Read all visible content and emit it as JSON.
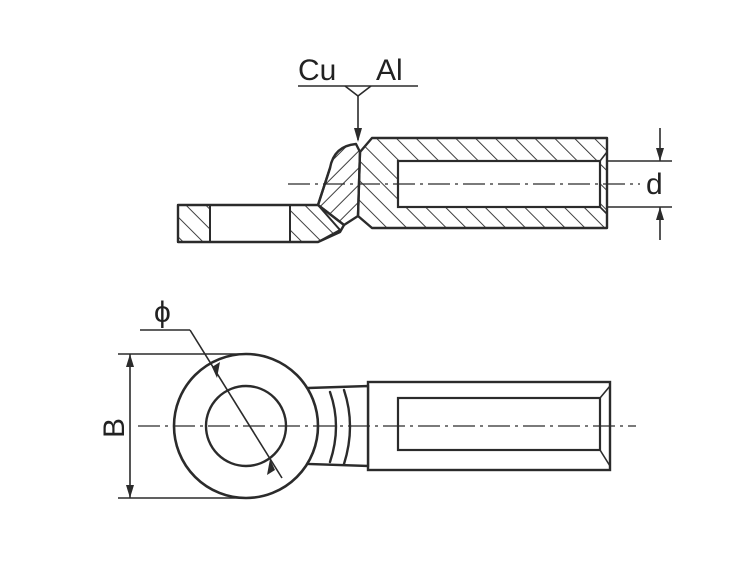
{
  "labels": {
    "material_left": "Cu",
    "material_right": "Al",
    "dim_inner_diameter": "d",
    "dim_hole": "ϕ",
    "dim_width": "B"
  },
  "colors": {
    "line": "#2b2b2b",
    "background": "#ffffff"
  }
}
